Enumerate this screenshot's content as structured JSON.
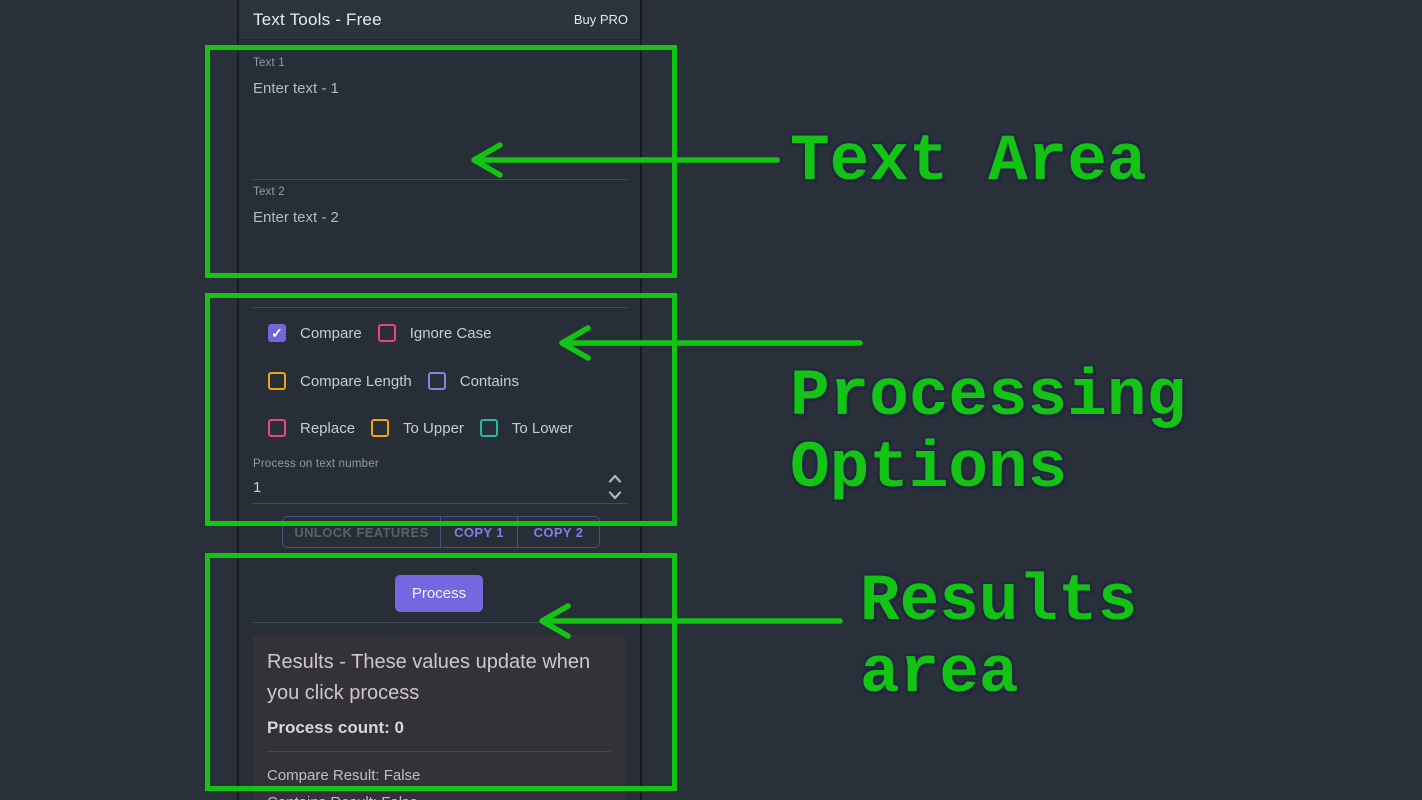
{
  "app": {
    "header": {
      "title": "Text Tools - Free",
      "buy_pro": "Buy PRO"
    },
    "fields": {
      "text1_label": "Text 1",
      "text1_placeholder": "Enter text - 1",
      "text2_label": "Text 2",
      "text2_placeholder": "Enter text - 2",
      "number_label": "Process on text number",
      "number_value": "1"
    },
    "checkboxes": {
      "compare": {
        "label": "Compare",
        "checked": true,
        "color": "#7465d8"
      },
      "ignore_case": {
        "label": "Ignore Case",
        "checked": false,
        "color": "#e6457c"
      },
      "compare_length": {
        "label": "Compare Length",
        "checked": false,
        "color": "#eda312"
      },
      "contains": {
        "label": "Contains",
        "checked": false,
        "color": "#8983d6"
      },
      "replace": {
        "label": "Replace",
        "checked": false,
        "color": "#e6457c"
      },
      "to_upper": {
        "label": "To Upper",
        "checked": false,
        "color": "#eda312"
      },
      "to_lower": {
        "label": "To Lower",
        "checked": false,
        "color": "#2bb8a2"
      }
    },
    "buttons": {
      "unlock": "UNLOCK FEATURES",
      "copy1": "COPY 1",
      "copy2": "COPY 2",
      "process": "Process"
    },
    "results": {
      "title": "Results - These values update when you click process",
      "process_count": "Process count: 0",
      "compare_result": "Compare Result: False",
      "contains_result": "Contains Result: False"
    }
  },
  "annotations": {
    "accent_color": "#14c414",
    "label_text_area": "Text Area",
    "label_processing": "Processing Options",
    "label_results": "Results area"
  }
}
